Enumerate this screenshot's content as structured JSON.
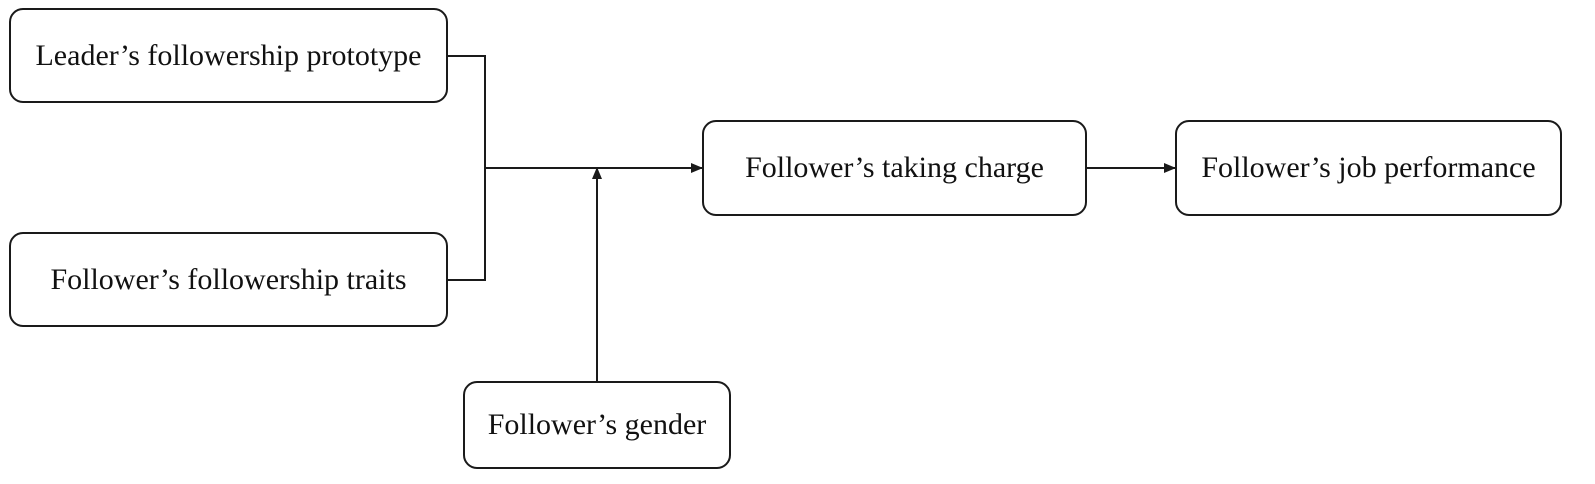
{
  "diagram": {
    "nodes": {
      "leader_prototype": "Leader’s followership prototype",
      "follower_traits": "Follower’s followership traits",
      "follower_gender": "Follower’s gender",
      "taking_charge": "Follower’s taking charge",
      "job_performance": "Follower’s job performance"
    },
    "edges": [
      {
        "from": "leader_prototype",
        "to": "taking_charge"
      },
      {
        "from": "follower_traits",
        "to": "taking_charge"
      },
      {
        "from": "follower_gender",
        "to": "leader_prototype→taking_charge",
        "type": "moderation"
      },
      {
        "from": "taking_charge",
        "to": "job_performance"
      }
    ],
    "colors": {
      "stroke": "#1a1a1a",
      "background": "#ffffff"
    }
  }
}
